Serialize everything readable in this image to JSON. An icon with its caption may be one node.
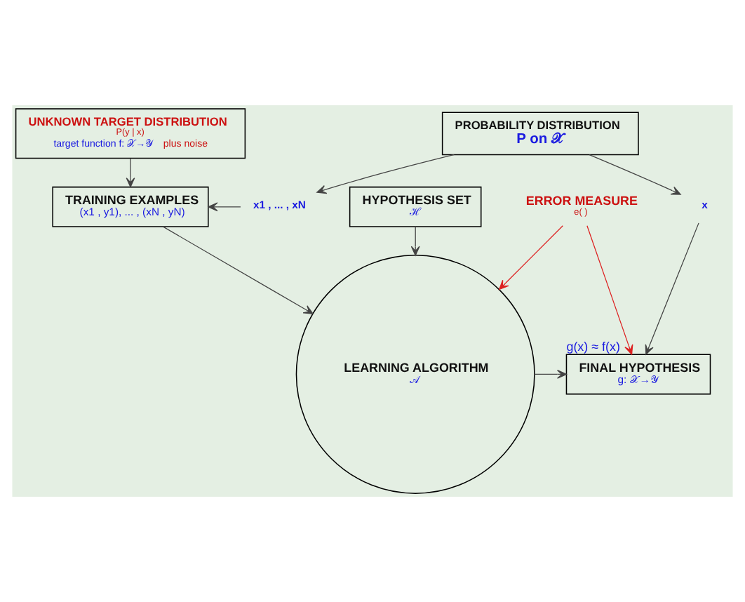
{
  "diagram": {
    "nodes": [
      {
        "text": [
          "UNKNOWN TARGET DISTRIBUTION",
          "P(y | x)",
          "target function f: 𝒳→𝒴",
          "plus noise"
        ]
      },
      {
        "text": [
          "PROBABILITY DISTRIBUTION",
          "P on 𝒳"
        ]
      },
      {
        "text": [
          "x1 , ... , xN"
        ]
      },
      {
        "text": [
          "TRAINING EXAMPLES",
          "(x1 , y1), ... , (xN , yN)"
        ]
      },
      {
        "text": [
          "x"
        ]
      },
      {
        "text": [
          "ERROR MEASURE",
          "e( )"
        ]
      },
      {
        "text": [
          "LEARNING ALGORITHM",
          "𝒜"
        ]
      },
      {
        "text": [
          "FINAL HYPOTHESIS",
          "g: 𝒳→𝒴"
        ],
        "beside": [
          "g(x) ≈ f(x)"
        ]
      },
      {
        "text": [
          "HYPOTHESIS SET",
          "ℋ"
        ]
      }
    ],
    "edges": [
      {
        "from": 0,
        "to": 3,
        "arrow": "to"
      },
      {
        "from": 1,
        "to": 2,
        "arrow": "to"
      },
      {
        "from": 2,
        "to": 3,
        "arrow": "to"
      },
      {
        "from": 1,
        "to": 4,
        "arrow": "to"
      },
      {
        "from": 4,
        "to": 7,
        "arrow": "to"
      },
      {
        "from": 5,
        "to": 6,
        "arrow": "to",
        "color": "#dd2222"
      },
      {
        "from": 5,
        "to": 7,
        "arrow": "to",
        "color": "#dd2222"
      },
      {
        "from": 3,
        "to": 6,
        "arrow": "to"
      },
      {
        "from": 8,
        "to": 6,
        "arrow": "to"
      },
      {
        "from": 6,
        "to": 7,
        "arrow": "to"
      }
    ]
  }
}
